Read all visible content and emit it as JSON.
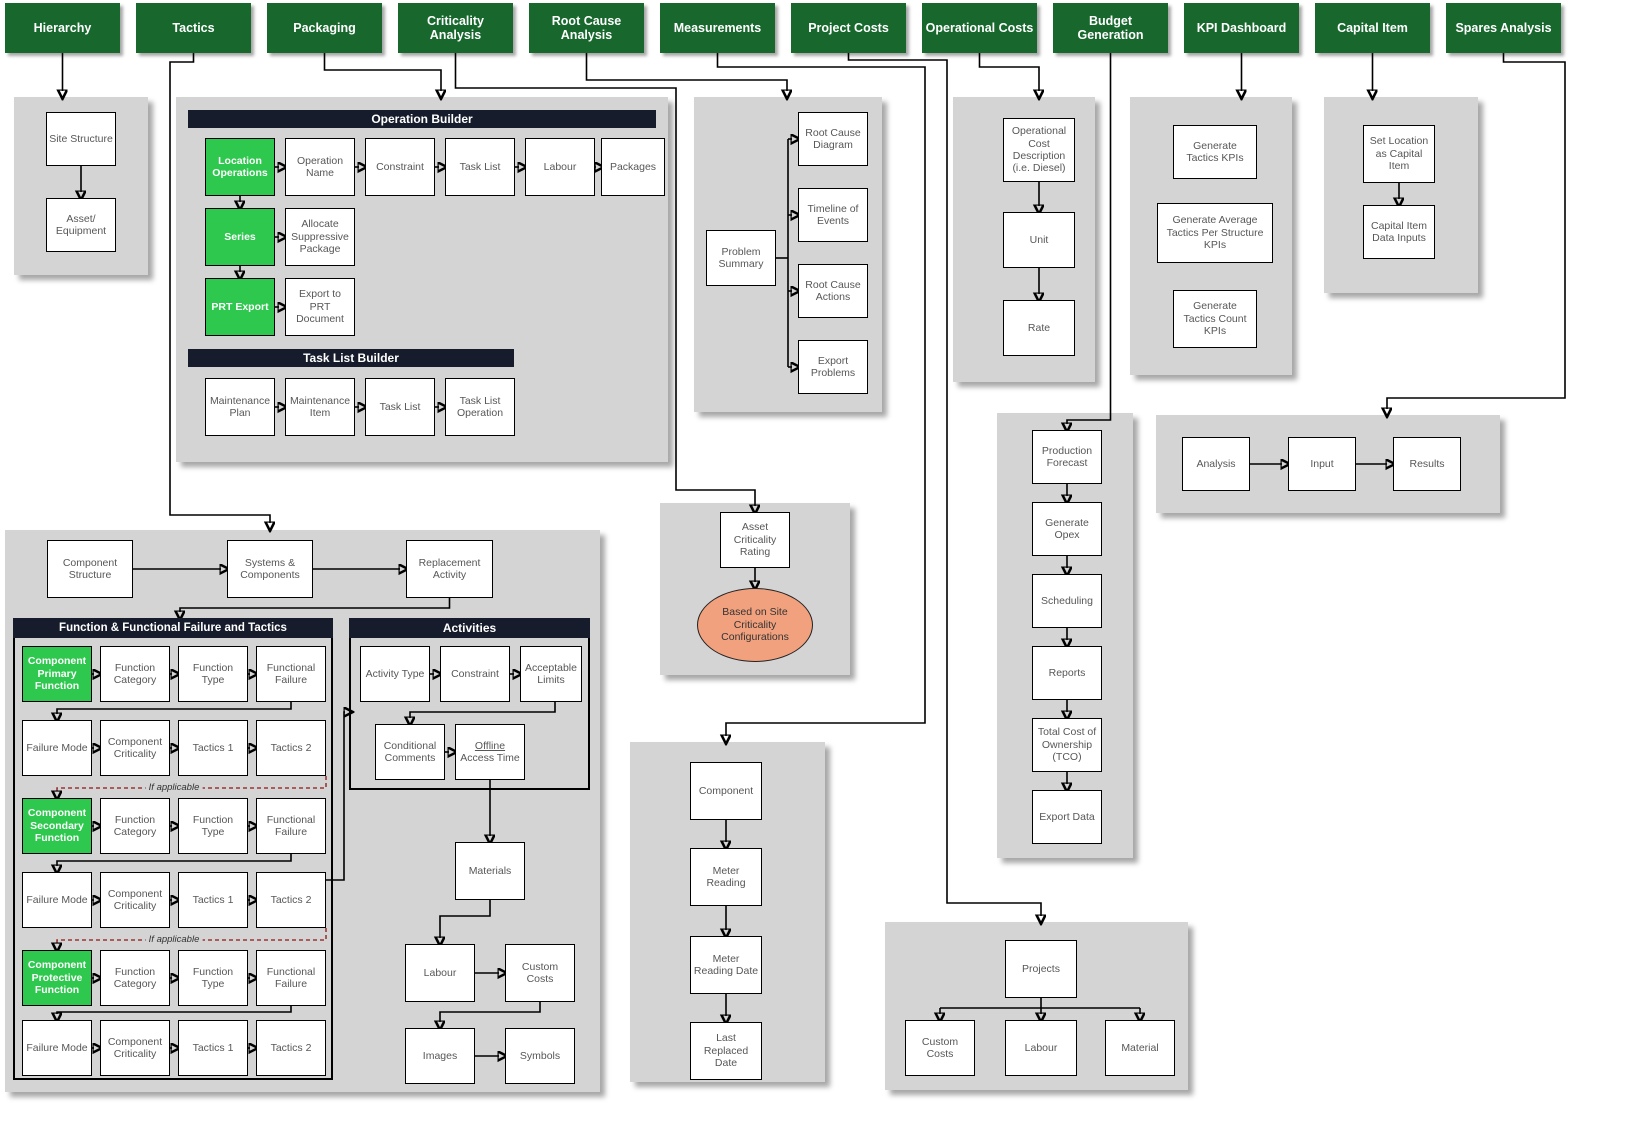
{
  "colors": {
    "header_green": "#18682e",
    "accent_green": "#2dc84d",
    "navy": "#161c2b",
    "panel": "#d4d4d4",
    "salmon": "#f2a17e",
    "dashed": "#9b3434"
  },
  "headers": {
    "hierarchy": "Hierarchy",
    "tactics": "Tactics",
    "packaging": "Packaging",
    "criticality": "Criticality Analysis",
    "root_cause": "Root Cause Analysis",
    "measurements": "Measurements",
    "project_costs": "Project Costs",
    "operational_costs": "Operational Costs",
    "budget": "Budget Generation",
    "kpi": "KPI Dashboard",
    "capital": "Capital Item",
    "spares": "Spares Analysis"
  },
  "hierarchy": {
    "site_structure": "Site Structure",
    "asset_equipment": "Asset/ Equipment"
  },
  "operation_builder": {
    "title": "Operation Builder",
    "location_operations": "Location Operations",
    "operation_name": "Operation Name",
    "constraint": "Constraint",
    "task_list": "Task List",
    "labour": "Labour",
    "packages": "Packages",
    "series": "Series",
    "allocate": "Allocate Suppressive Package",
    "prt_export": "PRT Export",
    "export_prt": "Export to PRT Document"
  },
  "task_list_builder": {
    "title": "Task List Builder",
    "maintenance_plan": "Maintenance Plan",
    "maintenance_item": "Maintenance Item",
    "task_list": "Task List",
    "task_list_operation": "Task List Operation"
  },
  "root_cause": {
    "problem_summary": "Problem Summary",
    "diagram": "Root Cause Diagram",
    "timeline": "Timeline of Events",
    "actions": "Root Cause Actions",
    "export": "Export Problems"
  },
  "operational_costs": {
    "description": "Operational Cost Description (i.e. Diesel)",
    "unit": "Unit",
    "rate": "Rate"
  },
  "kpi": {
    "tactics": "Generate Tactics KPIs",
    "average": "Generate Average Tactics Per Structure KPIs",
    "count": "Generate Tactics Count KPIs"
  },
  "capital": {
    "set_location": "Set Location as Capital Item",
    "data_inputs": "Capital Item Data Inputs"
  },
  "spares": {
    "analysis": "Analysis",
    "input": "Input",
    "results": "Results"
  },
  "budget": {
    "production_forecast": "Production Forecast",
    "generate_opex": "Generate Opex",
    "scheduling": "Scheduling",
    "reports": "Reports",
    "tco": "Total Cost of Ownership (TCO)",
    "export_data": "Export Data"
  },
  "component": {
    "structure": "Component Structure",
    "systems": "Systems & Components",
    "replacement": "Replacement Activity"
  },
  "fft": {
    "title": "Function & Functional Failure and Tactics",
    "primary": "Component Primary Function",
    "secondary": "Component Secondary Function",
    "protective": "Component Protective Function",
    "function_category": "Function Category",
    "function_type": "Function Type",
    "functional_failure": "Functional Failure",
    "failure_mode": "Failure Mode",
    "component_criticality": "Component Criticality",
    "tactics1": "Tactics 1",
    "tactics2": "Tactics 2",
    "if_applicable": "If applicable"
  },
  "activities": {
    "title": "Activities",
    "activity_type": "Activity Type",
    "constraint": "Constraint",
    "acceptable_limits": "Acceptable Limits",
    "conditional_comments": "Conditional Comments",
    "offline": "Offline",
    "access_time": "Access Time",
    "materials": "Materials",
    "labour": "Labour",
    "custom_costs": "Custom Costs",
    "images": "Images",
    "symbols": "Symbols"
  },
  "criticality": {
    "rating": "Asset Criticality Rating",
    "note": "Based on Site Criticality Configurations"
  },
  "measurements": {
    "component": "Component",
    "meter_reading": "Meter Reading",
    "meter_reading_date": "Meter Reading Date",
    "last_replaced": "Last Replaced Date"
  },
  "projects": {
    "projects": "Projects",
    "custom_costs": "Custom Costs",
    "labour": "Labour",
    "material": "Material"
  }
}
